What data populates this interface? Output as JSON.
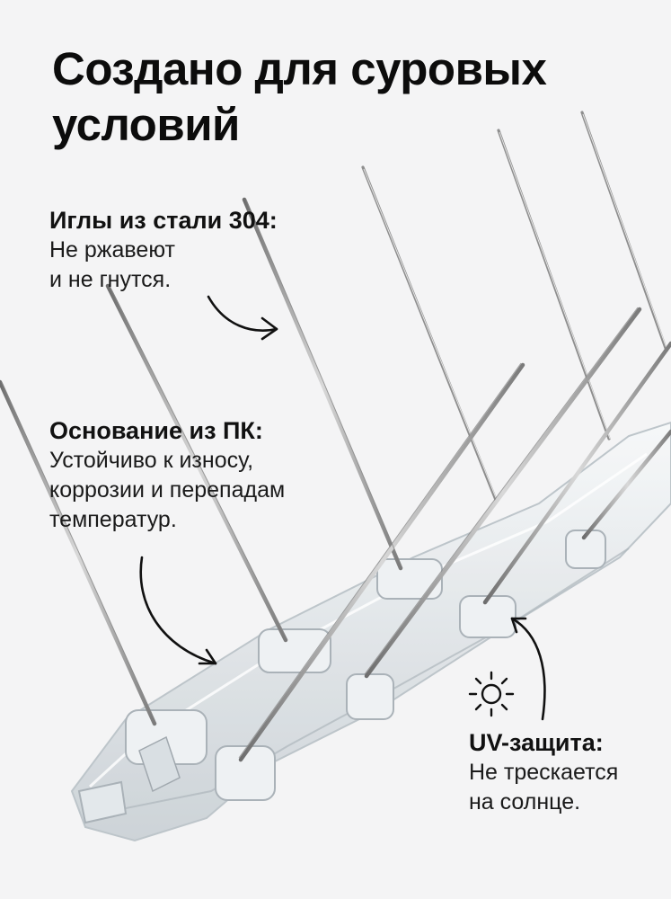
{
  "title": {
    "line1": "Создано для суровых",
    "line2": "условий"
  },
  "callouts": {
    "needles": {
      "heading": "Иглы из стали 304:",
      "lines": [
        "Не ржавеют",
        "и не гнутся."
      ]
    },
    "base": {
      "heading": "Основание из ПК:",
      "lines": [
        "Устойчиво к износу,",
        "коррозии и перепадам",
        "температур."
      ]
    },
    "uv": {
      "heading": "UV-защита:",
      "lines": [
        "Не трескается",
        "на солнце."
      ]
    }
  },
  "icons": {
    "uv": "sun-icon",
    "arrows": "curved-arrow-icon"
  },
  "colors": {
    "background": "#f4f4f5",
    "text": "#111111",
    "steel": "#9a9a9a",
    "polycarbonate": "#dfe4e8"
  }
}
